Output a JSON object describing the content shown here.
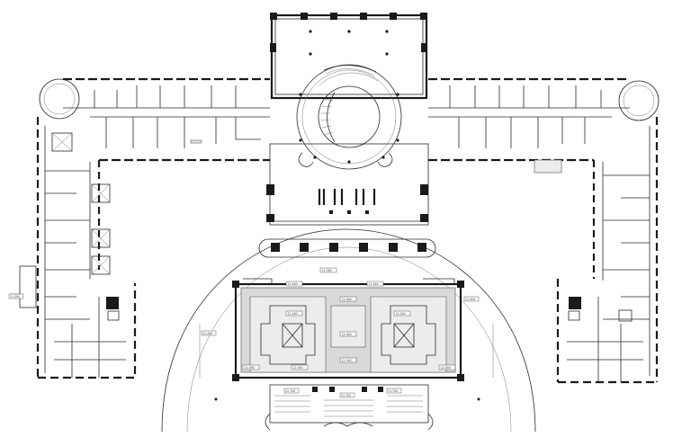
{
  "drawing": {
    "kind": "architectural floor plan",
    "palette": {
      "line": "#1a1a1a",
      "fill_gray": "#d9d9d9",
      "background": "#ffffff"
    }
  },
  "annotations": {
    "hall_top": "11.350",
    "hall_left_1": "12.040",
    "hall_left_2": "12.040",
    "hall_center_1": "12.040",
    "hall_center_2": "12.040",
    "hall_right_1": "12.040",
    "hall_right_2": "12.040",
    "hall_main": "12.040",
    "hall_bottom_left": "12.040",
    "hall_bottom_center": "12.040",
    "hall_bottom_right": "12.040",
    "stair_left": "11.720",
    "stair_center": "11.720",
    "stair_right": "11.720",
    "west_wing": "11.500",
    "east_wing_side": "11.500",
    "forecourt_left": "11.200"
  }
}
